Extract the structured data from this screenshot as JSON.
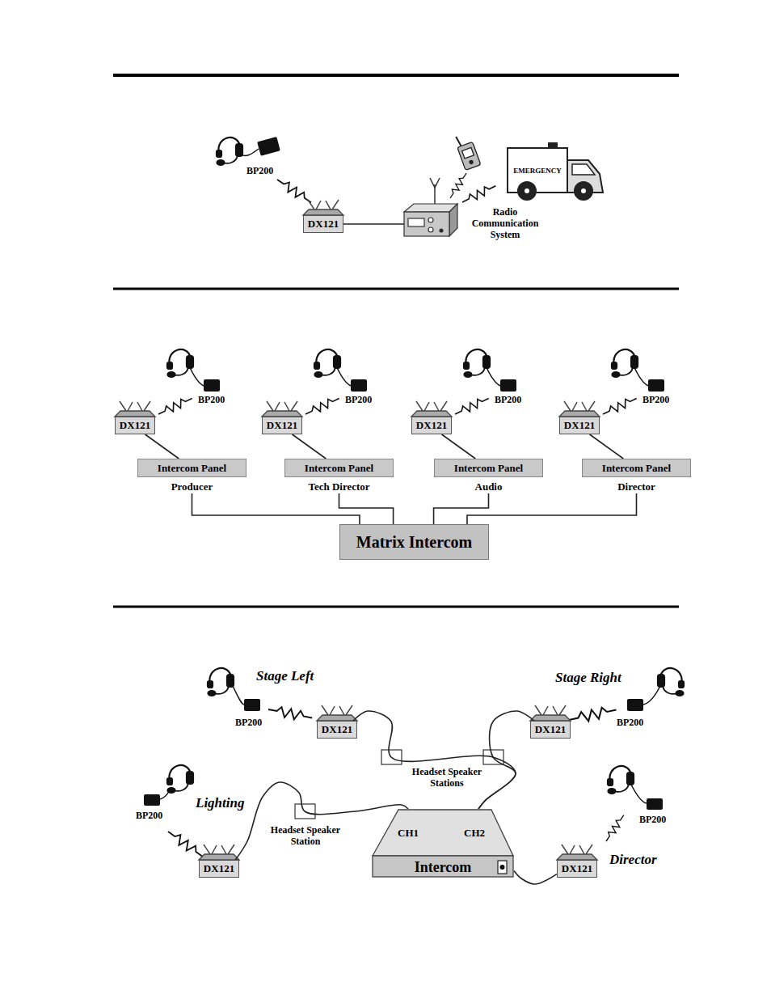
{
  "diagram": {
    "nodes": [
      {
        "text": [
          "DX121"
        ]
      },
      {
        "text": [
          "DX121"
        ]
      },
      {
        "text": [
          "DX121"
        ]
      },
      {
        "text": [
          "DX121"
        ]
      },
      {
        "text": [
          "DX121"
        ]
      },
      {
        "text": [
          "Intercom Panel",
          "Producer"
        ]
      },
      {
        "text": [
          "Intercom Panel",
          "Tech Director"
        ]
      },
      {
        "text": [
          "Intercom Panel",
          "Audio"
        ]
      },
      {
        "text": [
          "Intercom Panel",
          "Director"
        ]
      },
      {
        "text": [
          "Matrix Intercom"
        ]
      },
      {
        "text": [
          "DX121"
        ]
      },
      {
        "text": [
          "DX121"
        ]
      },
      {
        "text": [
          "CH1",
          "CH2",
          "Intercom"
        ]
      },
      {
        "text": [
          "DX121"
        ]
      },
      {
        "text": [
          "DX121"
        ]
      }
    ],
    "edges": [
      {
        "from": 1,
        "to": 5,
        "arrow": "none"
      },
      {
        "from": 2,
        "to": 6,
        "arrow": "none"
      },
      {
        "from": 3,
        "to": 7,
        "arrow": "none"
      },
      {
        "from": 4,
        "to": 8,
        "arrow": "none"
      },
      {
        "from": 5,
        "to": 9,
        "arrow": "none"
      },
      {
        "from": 6,
        "to": 9,
        "arrow": "none"
      },
      {
        "from": 7,
        "to": 9,
        "arrow": "none"
      },
      {
        "from": 8,
        "to": 9,
        "arrow": "none"
      },
      {
        "from": 10,
        "to": 12,
        "arrow": "none"
      },
      {
        "from": 11,
        "to": 12,
        "arrow": "none"
      },
      {
        "from": 13,
        "to": 12,
        "arrow": "none"
      },
      {
        "from": 14,
        "to": 12,
        "arrow": "none"
      }
    ],
    "labels": [
      "BP200",
      "Radio Communication System",
      "EMERGENCY",
      "BP200",
      "BP200",
      "BP200",
      "BP200",
      "Stage Left",
      "BP200",
      "Stage Right",
      "BP200",
      "Headset Speaker Stations",
      "Lighting",
      "BP200",
      "Headset Speaker Station",
      "Director",
      "BP200"
    ]
  }
}
